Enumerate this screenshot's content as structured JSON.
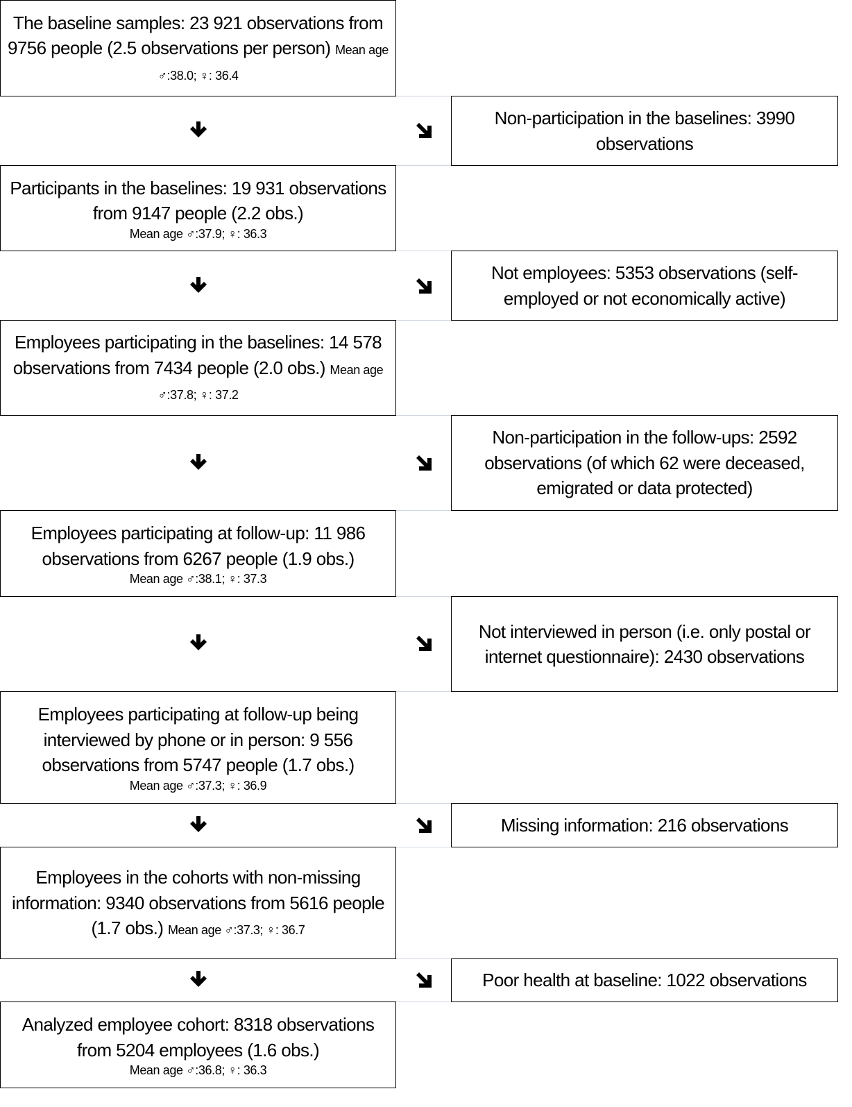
{
  "main_boxes": [
    {
      "text": "The baseline samples: 23 921 observations from 9756 people (2.5 observations per person)",
      "mean_age": "Mean age ♂:38.0; ♀: 36.4"
    },
    {
      "text": "Participants in the baselines: 19 931 observations from 9147 people (2.2 obs.)",
      "mean_age": "Mean age ♂:37.9; ♀: 36.3"
    },
    {
      "text": "Employees participating in the baselines: 14 578 observations from 7434 people (2.0 obs.)",
      "mean_age": "Mean age ♂:37.8; ♀: 37.2"
    },
    {
      "text": "Employees participating at follow-up: 11 986 observations from 6267 people (1.9 obs.)",
      "mean_age": "Mean age ♂:38.1; ♀: 37.3"
    },
    {
      "text": "Employees participating at follow-up being interviewed by phone or in person: 9 556 observations from 5747 people (1.7 obs.)",
      "mean_age": "Mean age ♂:37.3; ♀: 36.9"
    },
    {
      "text": "Employees in the cohorts with non-missing information: 9340 observations from 5616 people (1.7 obs.)",
      "mean_age": "Mean age ♂:37.3; ♀: 36.7"
    },
    {
      "text": "Analyzed employee cohort: 8318 observations from 5204 employees (1.6 obs.)",
      "mean_age": "Mean age ♂:36.8; ♀: 36.3"
    }
  ],
  "exclusions": [
    "Non-participation in the baselines: 3990 observations",
    "Not employees: 5353 observations (self-employed or not economically active)",
    "Non-participation in the follow-ups: 2592 observations (of which 62 were deceased, emigrated or data protected)",
    "Not interviewed in person (i.e. only postal or internet questionnaire): 2430 observations",
    "Missing information: 216 observations",
    "Poor health at baseline: 1022 observations"
  ]
}
